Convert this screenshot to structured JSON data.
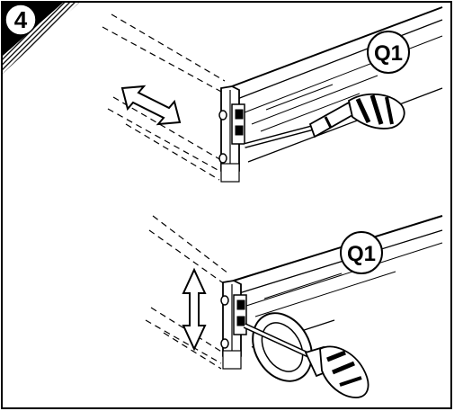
{
  "step": {
    "number": "4"
  },
  "callouts": [
    {
      "label": "Q1"
    },
    {
      "label": "Q1"
    }
  ],
  "colors": {
    "ink": "#000000",
    "paper": "#ffffff"
  },
  "icons": [
    "double-arrow-horizontal-icon",
    "double-arrow-vertical-icon",
    "screwdriver-icon",
    "rotation-ring-icon"
  ]
}
